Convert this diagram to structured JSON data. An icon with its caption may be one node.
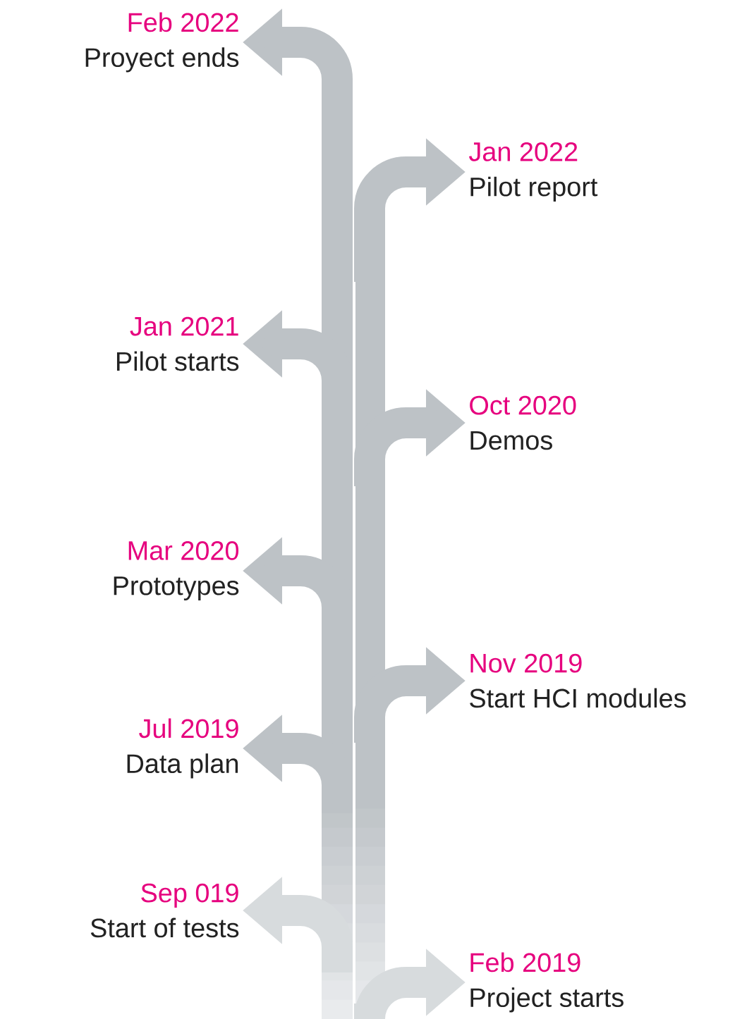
{
  "diagram": {
    "nodes": [
      {
        "text": [
          "Feb 2022",
          "Proyect ends"
        ]
      },
      {
        "text": [
          "Jan  2022",
          "Pilot report"
        ]
      },
      {
        "text": [
          "Jan 2021",
          "Pilot starts"
        ]
      },
      {
        "text": [
          "Oct 2020",
          "Demos"
        ]
      },
      {
        "text": [
          "Mar 2020",
          "Prototypes"
        ]
      },
      {
        "text": [
          "Nov 2019",
          "Start HCI modules"
        ]
      },
      {
        "text": [
          "Jul 2019",
          "Data plan"
        ]
      },
      {
        "text": [
          "Sep  019",
          "Start of tests"
        ]
      },
      {
        "text": [
          "Feb 2019",
          "Project starts"
        ]
      }
    ],
    "edges": [
      {
        "from": null,
        "to": 0,
        "arrow": "to"
      },
      {
        "from": null,
        "to": 1,
        "arrow": "to"
      },
      {
        "from": null,
        "to": 2,
        "arrow": "to"
      },
      {
        "from": null,
        "to": 3,
        "arrow": "to"
      },
      {
        "from": null,
        "to": 4,
        "arrow": "to"
      },
      {
        "from": null,
        "to": 5,
        "arrow": "to"
      },
      {
        "from": null,
        "to": 6,
        "arrow": "to"
      },
      {
        "from": null,
        "to": 7,
        "arrow": "to"
      },
      {
        "from": null,
        "to": 8,
        "arrow": "to"
      }
    ]
  }
}
